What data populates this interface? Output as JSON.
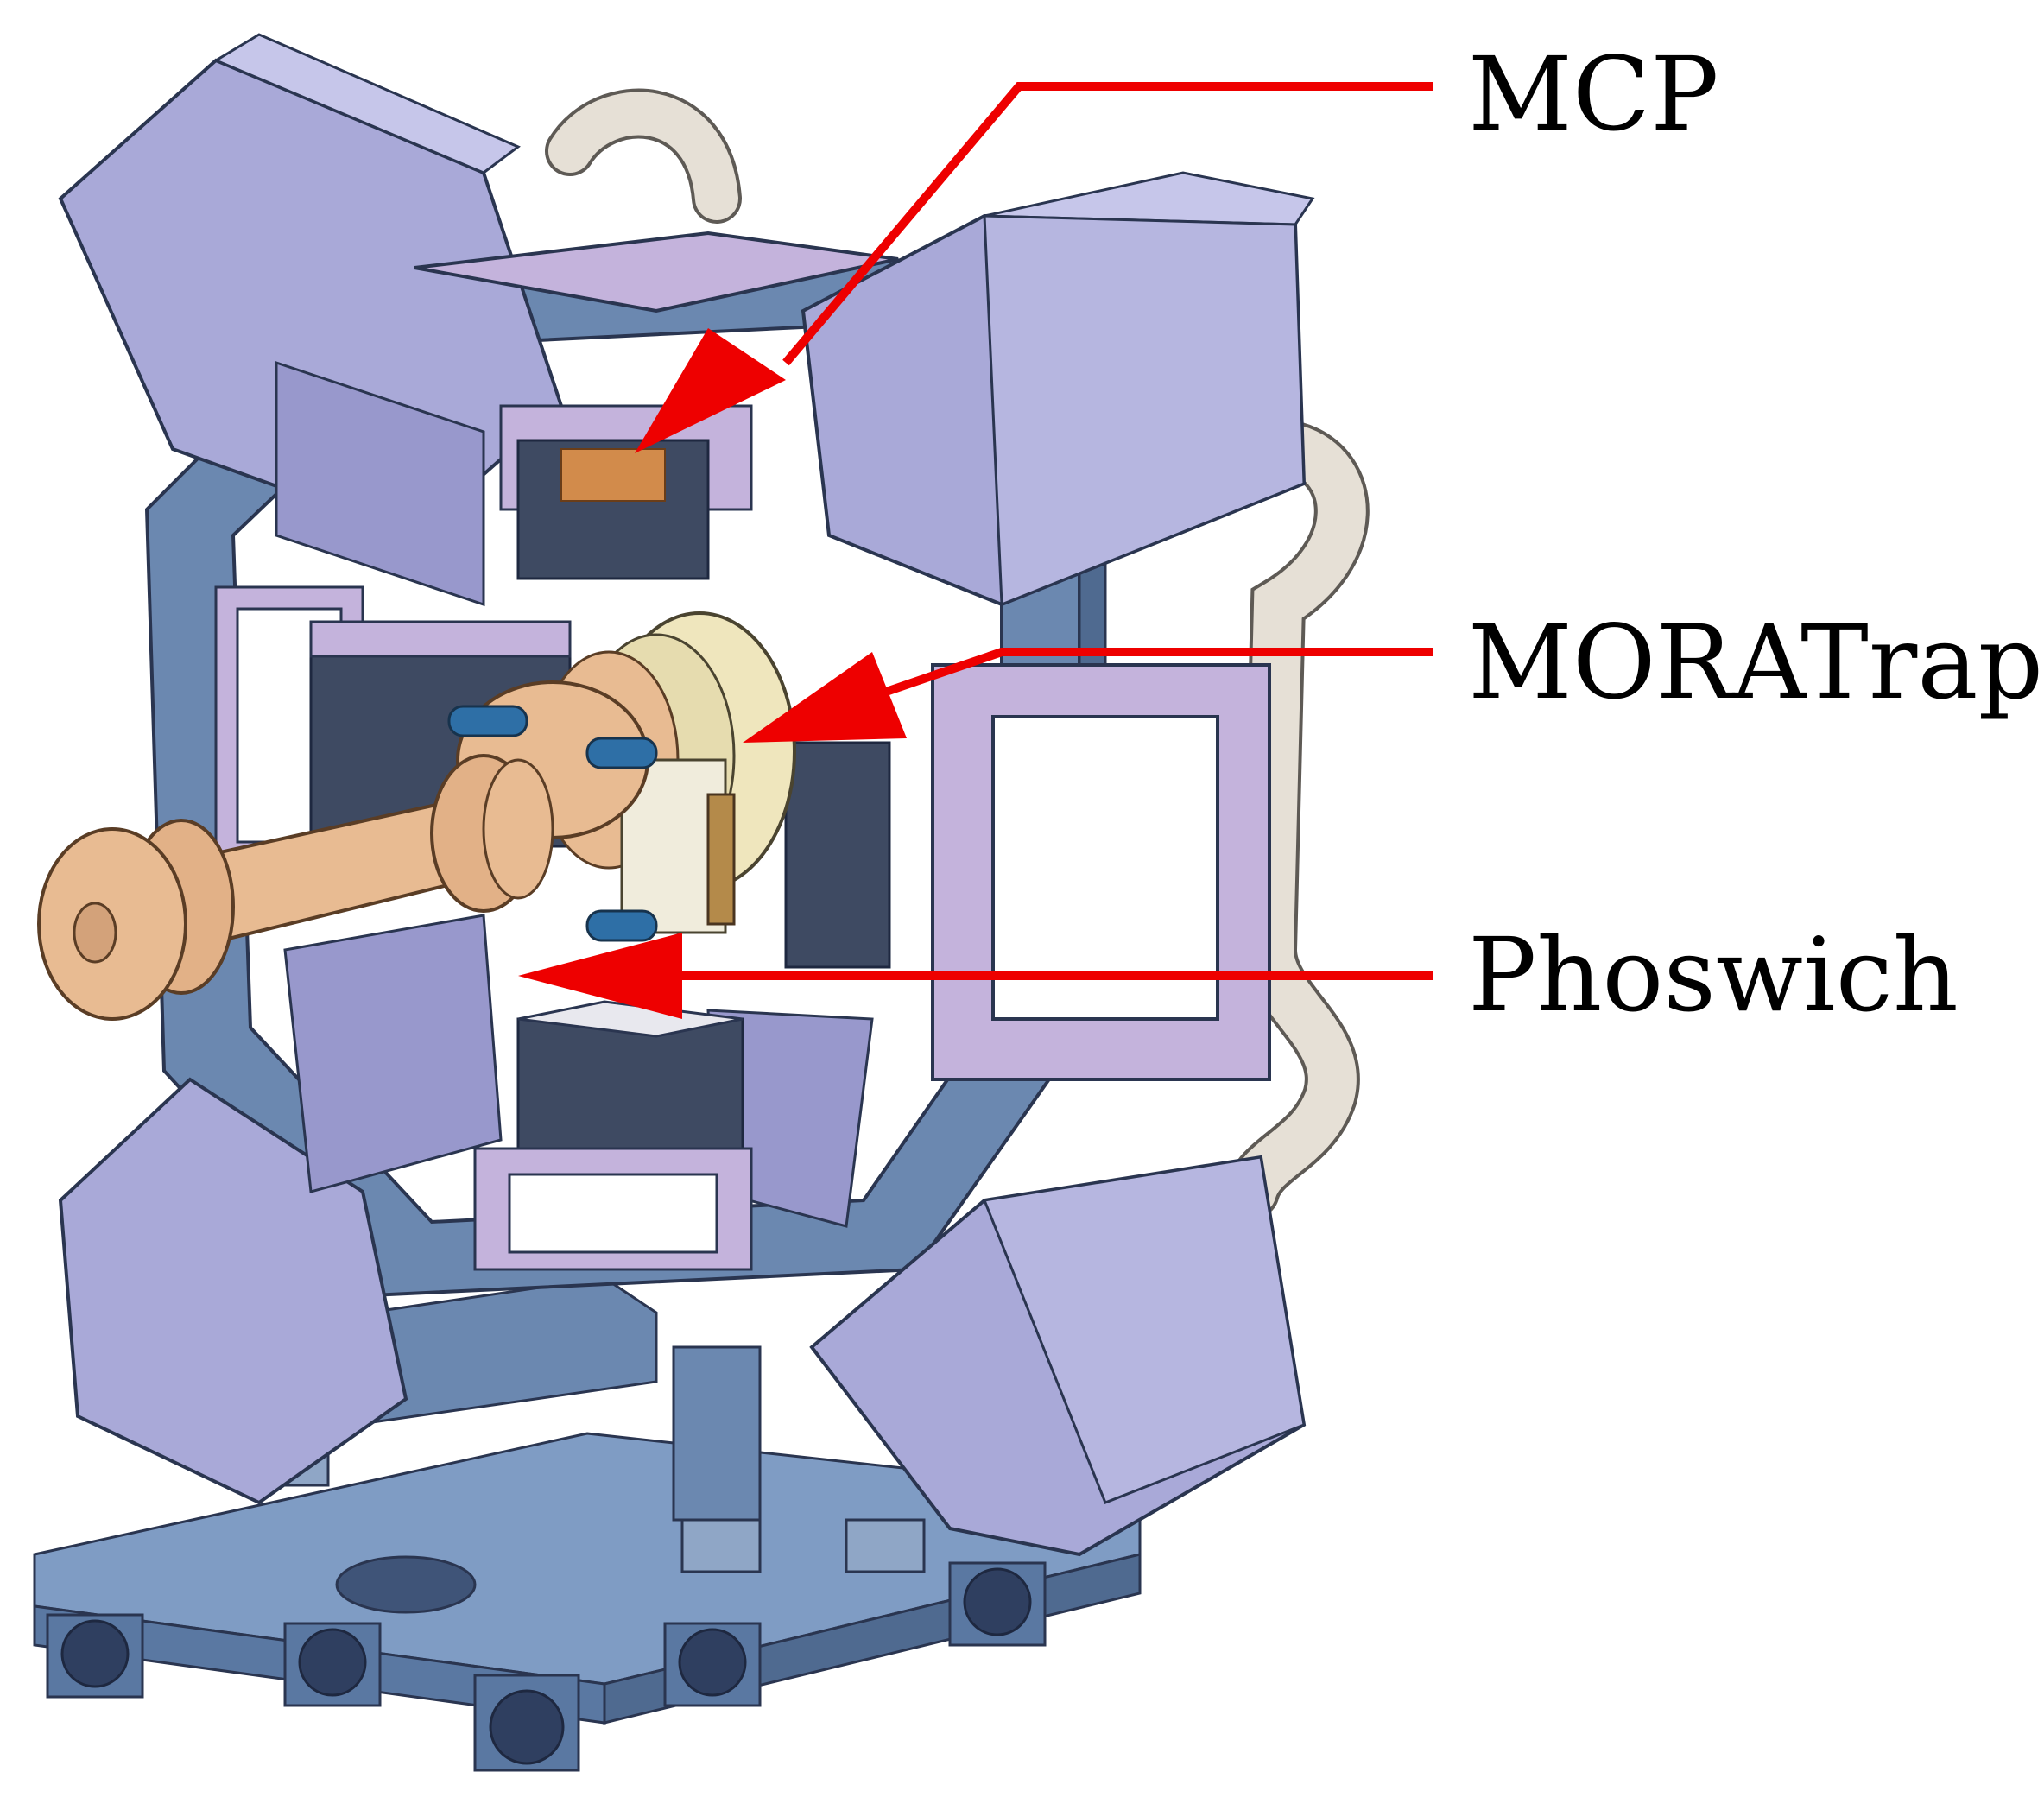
{
  "labels": {
    "mcp": "MCP",
    "moratrap": "MORATrap",
    "phoswich": "Phoswich"
  },
  "colors": {
    "arrow": "#ee0000",
    "frame": "#6b88b0",
    "frame_dark": "#4f6a90",
    "detector_box": "#a9a9d8",
    "detector_dark": "#8585bd",
    "bracket": "#c4b3dc",
    "copper": "#e8bb92",
    "hose": "#e6e0d6"
  },
  "icons": [
    "mechanical-assembly-drawing"
  ]
}
